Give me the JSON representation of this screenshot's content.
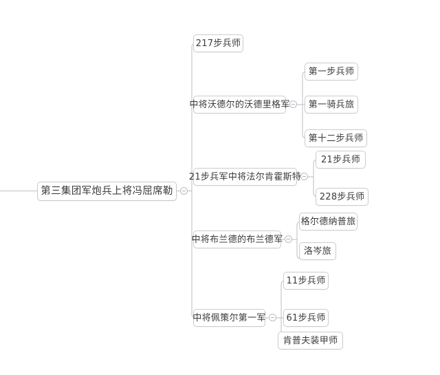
{
  "diagram": {
    "type": "mind-map",
    "title": "第三集团军炮兵上将冯屈席勒",
    "root_stub_label": "root-entry-line",
    "colors": {
      "node_border": "#c9ccd1",
      "node_fill": "#ffffff",
      "edge": "#bfc2c7",
      "text": "#3b3b3b",
      "toggle_border": "#b9bcc1"
    },
    "root": {
      "label": "第三集团军炮兵上将冯屈席勒",
      "toggle": "collapse-toggle"
    },
    "branches": [
      {
        "label": "217步兵师",
        "toggle": null,
        "children": []
      },
      {
        "label": "中将沃德尔的沃德里格军",
        "toggle": "collapse-toggle",
        "children": [
          {
            "label": "第一步兵师"
          },
          {
            "label": "第一骑兵旅"
          },
          {
            "label": "第十二步兵师"
          }
        ]
      },
      {
        "label": "21步兵军中将法尔肯霍斯特",
        "toggle": "collapse-toggle",
        "children": [
          {
            "label": "21步兵师"
          },
          {
            "label": "228步兵师"
          }
        ]
      },
      {
        "label": "中将布兰德的布兰德军",
        "toggle": "collapse-toggle",
        "children": [
          {
            "label": "格尔德纳普旅"
          },
          {
            "label": "洛岑旅"
          }
        ]
      },
      {
        "label": "中将佩策尔第一军",
        "toggle": "collapse-toggle",
        "children": [
          {
            "label": "11步兵师"
          },
          {
            "label": "61步兵师"
          },
          {
            "label": "肯普夫装甲师"
          }
        ]
      }
    ]
  }
}
